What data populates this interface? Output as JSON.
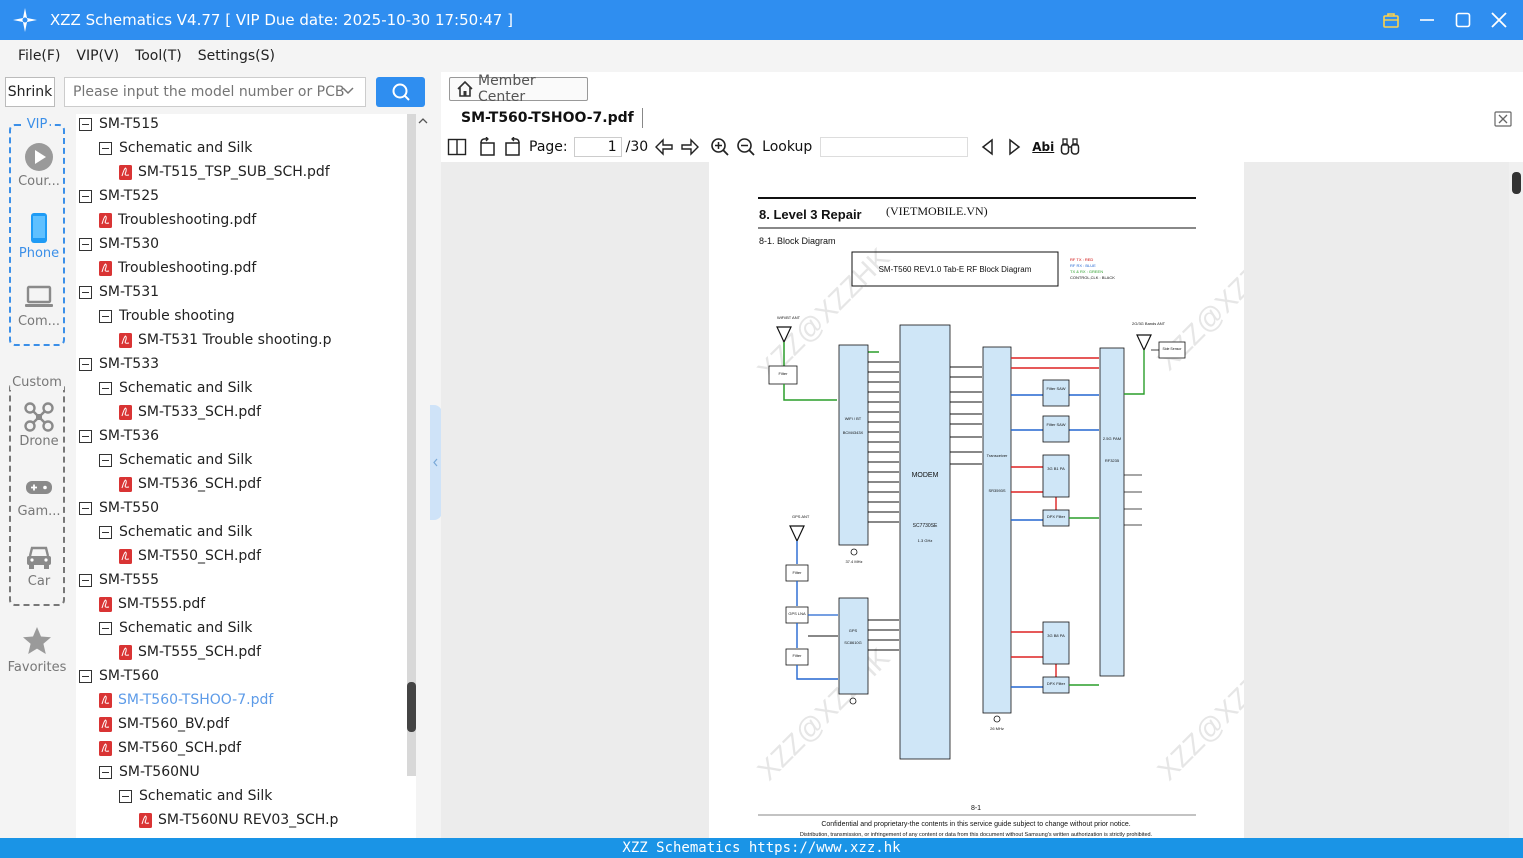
{
  "app": {
    "title": "XZZ Schematics V4.77 [ VIP Due date: 2025-10-30 17:50:47 ]",
    "accent_color": "#2f8ef0"
  },
  "menu": [
    "File(F)",
    "VIP(V)",
    "Tool(T)",
    "Settings(S)"
  ],
  "search": {
    "shrink_label": "Shrink",
    "placeholder": "Please input the model number or PCB"
  },
  "categories": {
    "vip_label": "VIP",
    "vip_items": [
      {
        "label": "Cour...",
        "icon": "play-icon"
      },
      {
        "label": "Phone",
        "icon": "phone-icon"
      },
      {
        "label": "Com...",
        "icon": "laptop-icon"
      }
    ],
    "custom_label": "Custom",
    "custom_items": [
      {
        "label": "Drone",
        "icon": "drone-icon"
      },
      {
        "label": "Gam...",
        "icon": "gamepad-icon"
      },
      {
        "label": "Car",
        "icon": "car-icon"
      }
    ],
    "favorites_label": "Favorites"
  },
  "tree": [
    {
      "label": "SM-T515",
      "type": "folder",
      "level": 0
    },
    {
      "label": "Schematic and Silk",
      "type": "folder",
      "level": 1
    },
    {
      "label": "SM-T515_TSP_SUB_SCH.pdf",
      "type": "pdf",
      "level": 2
    },
    {
      "label": "SM-T525",
      "type": "folder",
      "level": 0
    },
    {
      "label": "Troubleshooting.pdf",
      "type": "pdf",
      "level": 1
    },
    {
      "label": "SM-T530",
      "type": "folder",
      "level": 0
    },
    {
      "label": "Troubleshooting.pdf",
      "type": "pdf",
      "level": 1
    },
    {
      "label": "SM-T531",
      "type": "folder",
      "level": 0
    },
    {
      "label": "Trouble shooting",
      "type": "folder",
      "level": 1
    },
    {
      "label": "SM-T531 Trouble shooting.p",
      "type": "pdf",
      "level": 2
    },
    {
      "label": "SM-T533",
      "type": "folder",
      "level": 0
    },
    {
      "label": "Schematic and Silk",
      "type": "folder",
      "level": 1
    },
    {
      "label": "SM-T533_SCH.pdf",
      "type": "pdf",
      "level": 2
    },
    {
      "label": "SM-T536",
      "type": "folder",
      "level": 0
    },
    {
      "label": "Schematic and Silk",
      "type": "folder",
      "level": 1
    },
    {
      "label": "SM-T536_SCH.pdf",
      "type": "pdf",
      "level": 2
    },
    {
      "label": "SM-T550",
      "type": "folder",
      "level": 0
    },
    {
      "label": "Schematic and Silk",
      "type": "folder",
      "level": 1
    },
    {
      "label": "SM-T550_SCH.pdf",
      "type": "pdf",
      "level": 2
    },
    {
      "label": "SM-T555",
      "type": "folder",
      "level": 0
    },
    {
      "label": "SM-T555.pdf",
      "type": "pdf",
      "level": 1
    },
    {
      "label": "Schematic and Silk",
      "type": "folder",
      "level": 1
    },
    {
      "label": "SM-T555_SCH.pdf",
      "type": "pdf",
      "level": 2
    },
    {
      "label": "SM-T560",
      "type": "folder",
      "level": 0
    },
    {
      "label": "SM-T560-TSHOO-7.pdf",
      "type": "pdf",
      "level": 1,
      "active": true
    },
    {
      "label": "SM-T560_BV.pdf",
      "type": "pdf",
      "level": 1
    },
    {
      "label": "SM-T560_SCH.pdf",
      "type": "pdf",
      "level": 1
    },
    {
      "label": "SM-T560NU",
      "type": "folder",
      "level": 1
    },
    {
      "label": "Schematic and Silk",
      "type": "folder",
      "level": 2
    },
    {
      "label": "SM-T560NU REV03_SCH.p",
      "type": "pdf",
      "level": 3
    }
  ],
  "viewer": {
    "member_center": "Member Center",
    "tab_title": "SM-T560-TSHOO-7.pdf",
    "page_label": "Page:",
    "current_page": "1",
    "total_pages": "/30",
    "lookup_label": "Lookup",
    "abi_label": "Abi"
  },
  "doc": {
    "heading": "8. Level 3 Repair",
    "heading_brand": "(VIETMOBILE.VN)",
    "subheading": "8-1. Block Diagram",
    "box_title": "SM-T560 REV1.0 Tab-E RF Block Diagram",
    "legend": [
      "RF TX : RED",
      "RF RX : BLUE",
      "TX & RX : GREEN",
      "CONTROL,CLK : BLACK"
    ],
    "watermark": "XZZ@XZZHK",
    "labels": {
      "wifi_ant": "WiFi/BT ANT",
      "gps_ant": "GPS ANT",
      "band_ant": "2G/3G Bands ANT",
      "wifi_chip": "WiFi / BT",
      "wifi_part": "BCM4343X",
      "modem": "MODEM",
      "modem_part": "SC7730SE",
      "modem_freq": "1.3 GHz",
      "transceiver": "Transceiver",
      "trans_part": "SR3593S",
      "pam": "2.5G PAM",
      "pam_part": "RF3235",
      "gps": "GPS",
      "gps_part": "SC8610G",
      "filter": "Filter",
      "gps_lna": "GPS LNA",
      "filter_saw": "Filter SAW",
      "pa_3g1": "3G B1 PA",
      "pa_3g8": "3G B8 PA",
      "dpx_filter": "DPX Filter",
      "side_sensor": "Side Sensor",
      "clk_26": "26 MHz",
      "clk_37": "37.4 MHz"
    },
    "page_number": "8-1",
    "footer1": "Confidential and proprietary-the contents in this service guide subject to change without prior notice.",
    "footer2": "Distribution, transmission, or infringement of any content or data from this document without Samsung's written authorization is strictly prohibited."
  },
  "status": {
    "text": "XZZ Schematics https://www.xzz.hk"
  }
}
